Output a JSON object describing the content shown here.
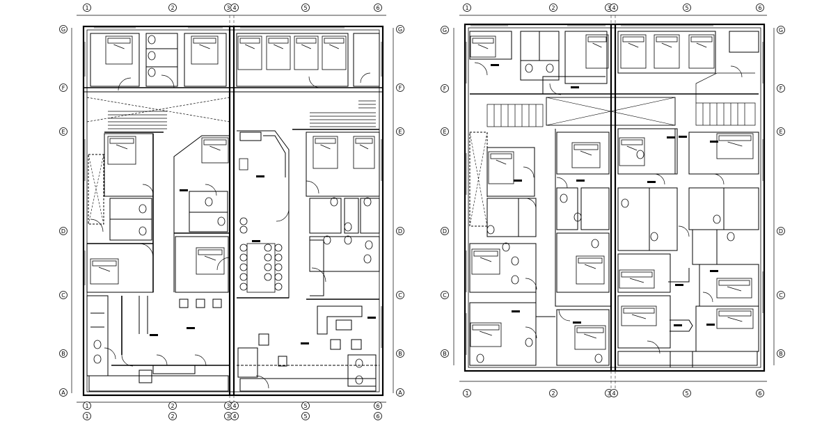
{
  "colors": {
    "ink": "#000000",
    "paper": "#ffffff"
  },
  "plans": [
    {
      "id": "ground-floor",
      "col_labels": [
        "1",
        "2",
        "3",
        "4",
        "5",
        "6"
      ],
      "row_labels": [
        "G",
        "F",
        "E",
        "D",
        "C",
        "B",
        "A"
      ]
    },
    {
      "id": "upper-floor",
      "col_labels": [
        "1",
        "2",
        "3",
        "4",
        "5",
        "6"
      ],
      "row_labels": [
        "G",
        "F",
        "E",
        "D",
        "C",
        "B"
      ]
    }
  ]
}
